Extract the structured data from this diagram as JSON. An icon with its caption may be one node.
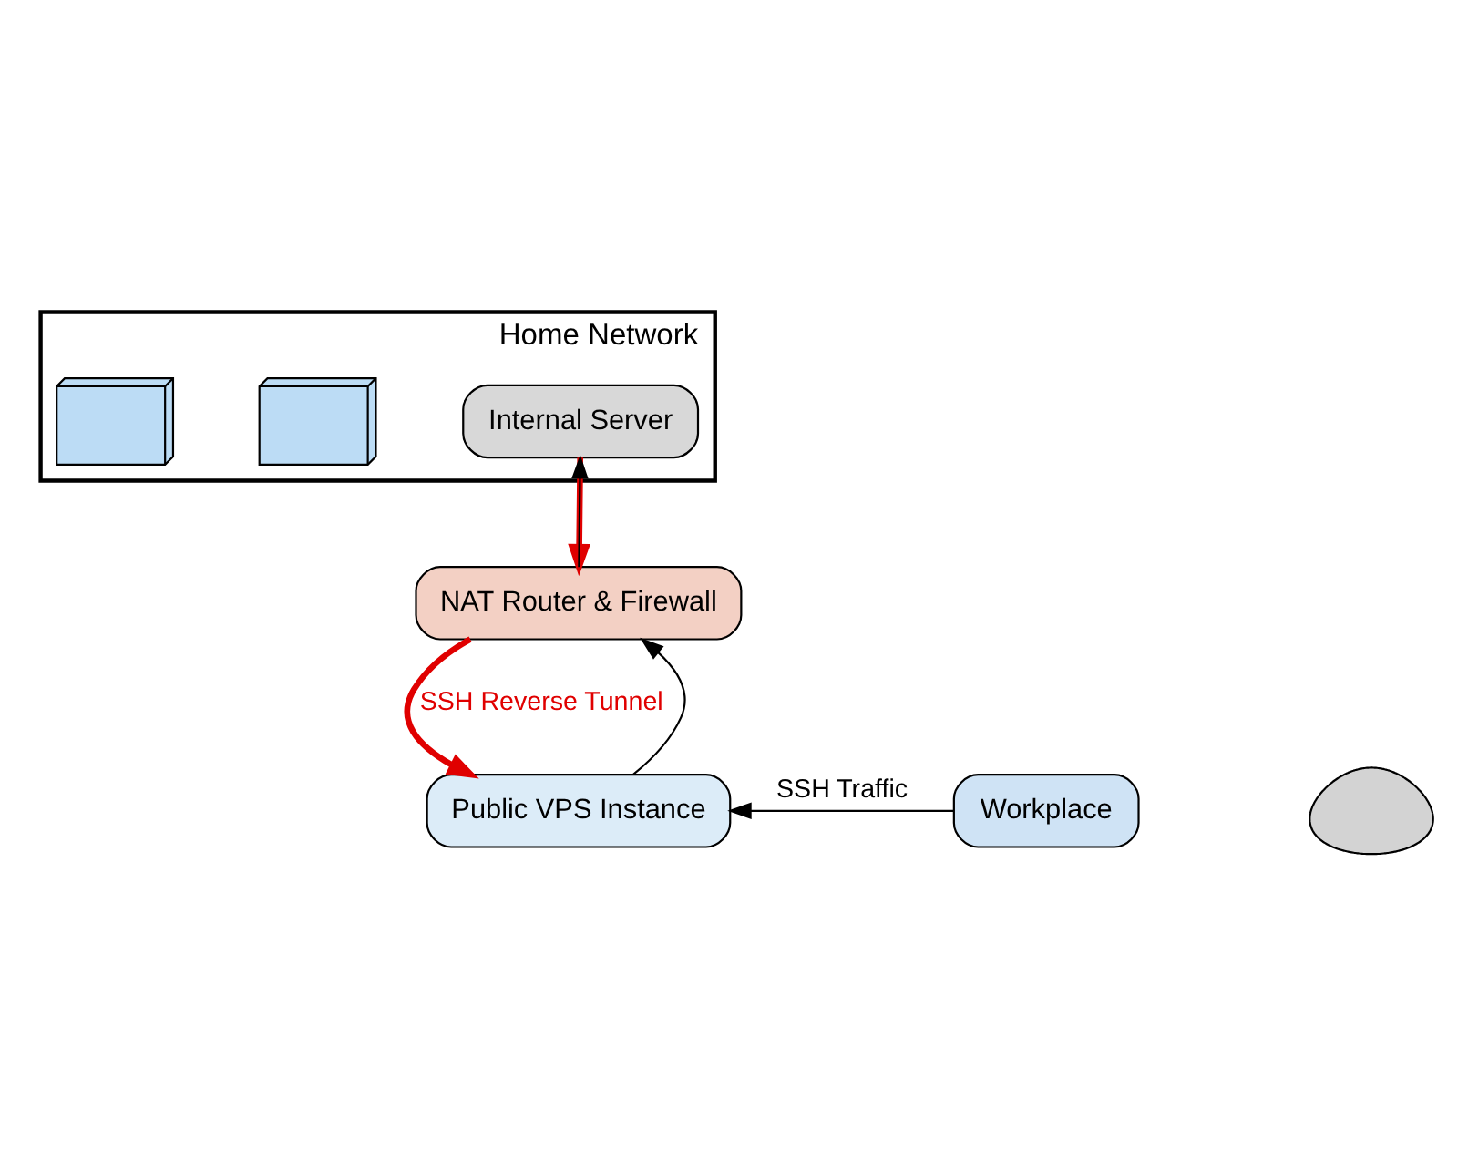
{
  "diagram": {
    "nodes": [
      {
        "text": [
          "Home Network"
        ]
      },
      {
        "text": [
          "Public VPS Instance"
        ]
      },
      {
        "text": [
          "Workplace"
        ]
      },
      {
        "text": [],
        "shape": "person"
      },
      {
        "text": [
          "NAT Router & Firewall"
        ]
      },
      {
        "text": [
          "Internal Server"
        ],
        "in": 0
      },
      {
        "text": [],
        "shape": "picture",
        "in": 0
      },
      {
        "text": [],
        "shape": "picture",
        "in": 0
      }
    ],
    "edges": [
      {
        "from": 2,
        "to": 1,
        "arrow": "to",
        "label": "SSH Traffic"
      },
      {
        "from": 4,
        "to": 1,
        "arrow": "to",
        "label": "SSH Reverse Tunnel",
        "style": "thick",
        "color": "#e00000"
      },
      {
        "from": 1,
        "to": 4,
        "arrow": "to"
      },
      {
        "from": 5,
        "to": 4,
        "arrow": "to",
        "style": "thick",
        "color": "#e00000"
      },
      {
        "from": 4,
        "to": 5,
        "arrow": "to"
      }
    ]
  }
}
